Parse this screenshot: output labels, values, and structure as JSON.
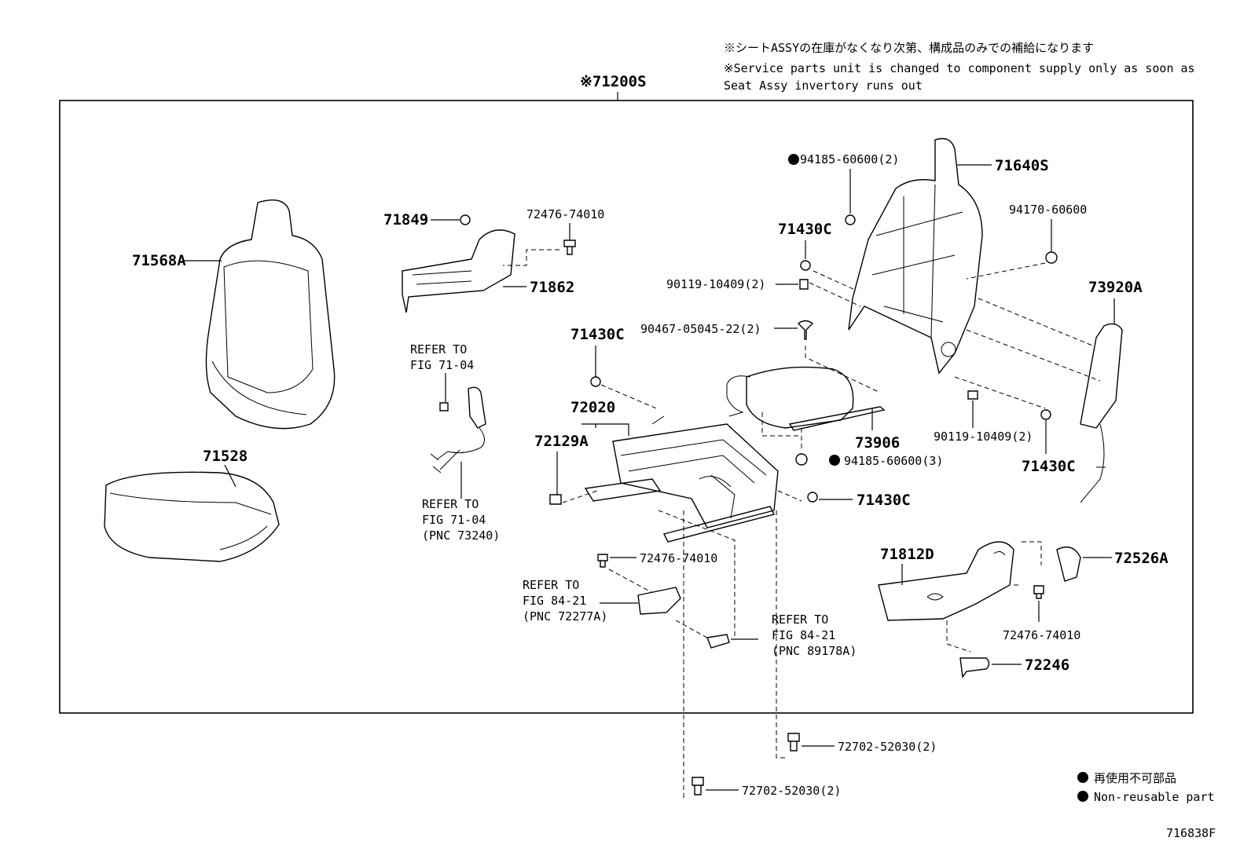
{
  "notes": {
    "jp": "※シートASSYの在庫がなくなり次第、構成品のみでの補給になります",
    "en_line1": "※Service parts unit is changed to component supply only as soon as",
    "en_line2": "Seat Assy invertory runs out"
  },
  "assembly_label": "※71200S",
  "labels": {
    "p71568A": "71568A",
    "p71528": "71528",
    "p71849": "71849",
    "p72476_74010_top": "72476-74010",
    "p71862": "71862",
    "refer_top_1": "REFER TO",
    "refer_top_2": "FIG 71-04",
    "refer_mid_1": "REFER TO",
    "refer_mid_2": "FIG 71-04",
    "refer_mid_3": "(PNC 73240)",
    "p71430C_mid": "71430C",
    "p72020": "72020",
    "p72129A": "72129A",
    "p72476_74010_mid": "72476-74010",
    "refer_low_1": "REFER TO",
    "refer_low_2": "FIG 84-21",
    "refer_low_3": "(PNC 72277A)",
    "refer_right_1": "REFER TO",
    "refer_right_2": "FIG 84-21",
    "refer_right_3": "(PNC 89178A)",
    "p94185_top": "94185-60600(2)",
    "p71640S": "71640S",
    "p71430C_top": "71430C",
    "p90119_top": "90119-10409(2)",
    "p90467": "90467-05045-22(2)",
    "p94170": "94170-60600",
    "p73920A": "73920A",
    "p73906": "73906",
    "p94185_mid": "94185-60600(3)",
    "p71430C_low": "71430C",
    "p90119_low": "90119-10409(2)",
    "p71430C_right": "71430C",
    "p71812D": "71812D",
    "p72526A": "72526A",
    "p72476_74010_right": "72476-74010",
    "p72246": "72246",
    "p72702_right": "72702-52030(2)",
    "p72702_left": "72702-52030(2)"
  },
  "legend": {
    "jp": "再使用不可部品",
    "en": "Non-reusable part"
  },
  "figure_id": "716838F"
}
